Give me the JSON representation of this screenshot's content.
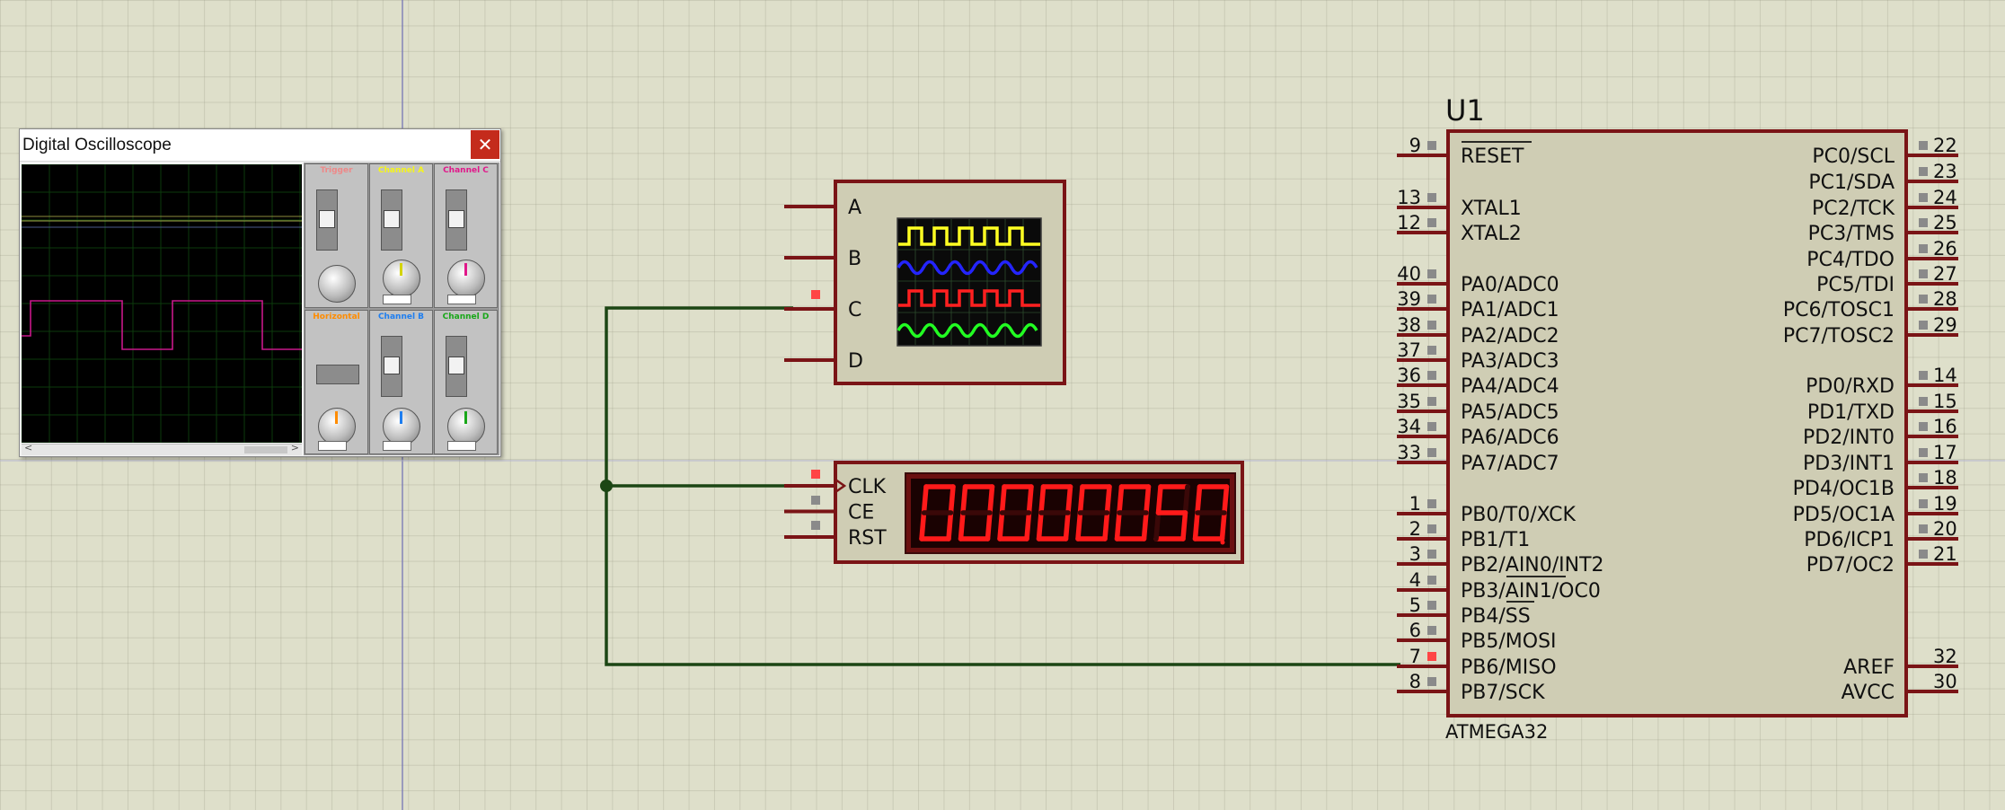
{
  "oscilloscope": {
    "title": "Digital Oscilloscope",
    "close_glyph": "✕",
    "channels": [
      {
        "name": "Trigger",
        "color": "#ee8888"
      },
      {
        "name": "Channel A",
        "color": "#f5f51a"
      },
      {
        "name": "Channel C",
        "color": "#e0188a"
      },
      {
        "name": "Horizontal",
        "color": "#ff8c00"
      },
      {
        "name": "Channel B",
        "color": "#1e7ef0"
      },
      {
        "name": "Channel D",
        "color": "#19a719"
      }
    ]
  },
  "schematic": {
    "logic_analyzer": {
      "pins": [
        "A",
        "B",
        "C",
        "D"
      ]
    },
    "counter": {
      "pins": [
        "CLK",
        "CE",
        "RST"
      ],
      "display": "00000050",
      "digit_color": "#ff1a1a"
    },
    "mcu": {
      "ref": "U1",
      "part": "ATMEGA32",
      "left_pins": [
        {
          "num": "9",
          "name": "RESET",
          "overline": true
        },
        {
          "num": "13",
          "name": "XTAL1"
        },
        {
          "num": "12",
          "name": "XTAL2"
        },
        {
          "num": "40",
          "name": "PA0/ADC0"
        },
        {
          "num": "39",
          "name": "PA1/ADC1"
        },
        {
          "num": "38",
          "name": "PA2/ADC2"
        },
        {
          "num": "37",
          "name": "PA3/ADC3"
        },
        {
          "num": "36",
          "name": "PA4/ADC4"
        },
        {
          "num": "35",
          "name": "PA5/ADC5"
        },
        {
          "num": "34",
          "name": "PA6/ADC6"
        },
        {
          "num": "33",
          "name": "PA7/ADC7"
        },
        {
          "num": "1",
          "name": "PB0/T0/XCK"
        },
        {
          "num": "2",
          "name": "PB1/T1"
        },
        {
          "num": "3",
          "name": "PB2/AIN0/INT2"
        },
        {
          "num": "4",
          "name": "PB3/AIN1/OC0"
        },
        {
          "num": "5",
          "name": "PB4/SS"
        },
        {
          "num": "6",
          "name": "PB5/MOSI"
        },
        {
          "num": "7",
          "name": "PB6/MISO"
        },
        {
          "num": "8",
          "name": "PB7/SCK"
        }
      ],
      "right_pins": [
        {
          "num": "22",
          "name": "PC0/SCL"
        },
        {
          "num": "23",
          "name": "PC1/SDA"
        },
        {
          "num": "24",
          "name": "PC2/TCK"
        },
        {
          "num": "25",
          "name": "PC3/TMS"
        },
        {
          "num": "26",
          "name": "PC4/TDO"
        },
        {
          "num": "27",
          "name": "PC5/TDI"
        },
        {
          "num": "28",
          "name": "PC6/TOSC1"
        },
        {
          "num": "29",
          "name": "PC7/TOSC2"
        },
        {
          "num": "14",
          "name": "PD0/RXD"
        },
        {
          "num": "15",
          "name": "PD1/TXD"
        },
        {
          "num": "16",
          "name": "PD2/INT0"
        },
        {
          "num": "17",
          "name": "PD3/INT1"
        },
        {
          "num": "18",
          "name": "PD4/OC1B"
        },
        {
          "num": "19",
          "name": "PD5/OC1A"
        },
        {
          "num": "20",
          "name": "PD6/ICP1"
        },
        {
          "num": "21",
          "name": "PD7/OC2"
        },
        {
          "num": "32",
          "name": "AREF"
        },
        {
          "num": "30",
          "name": "AVCC"
        }
      ]
    },
    "colors": {
      "component_border": "#7a1416",
      "component_fill": "#cfcdb4",
      "wire": "#1c4614",
      "pin_state_high": "#ff4545",
      "pin_state_low": "#8a8a8a"
    }
  }
}
